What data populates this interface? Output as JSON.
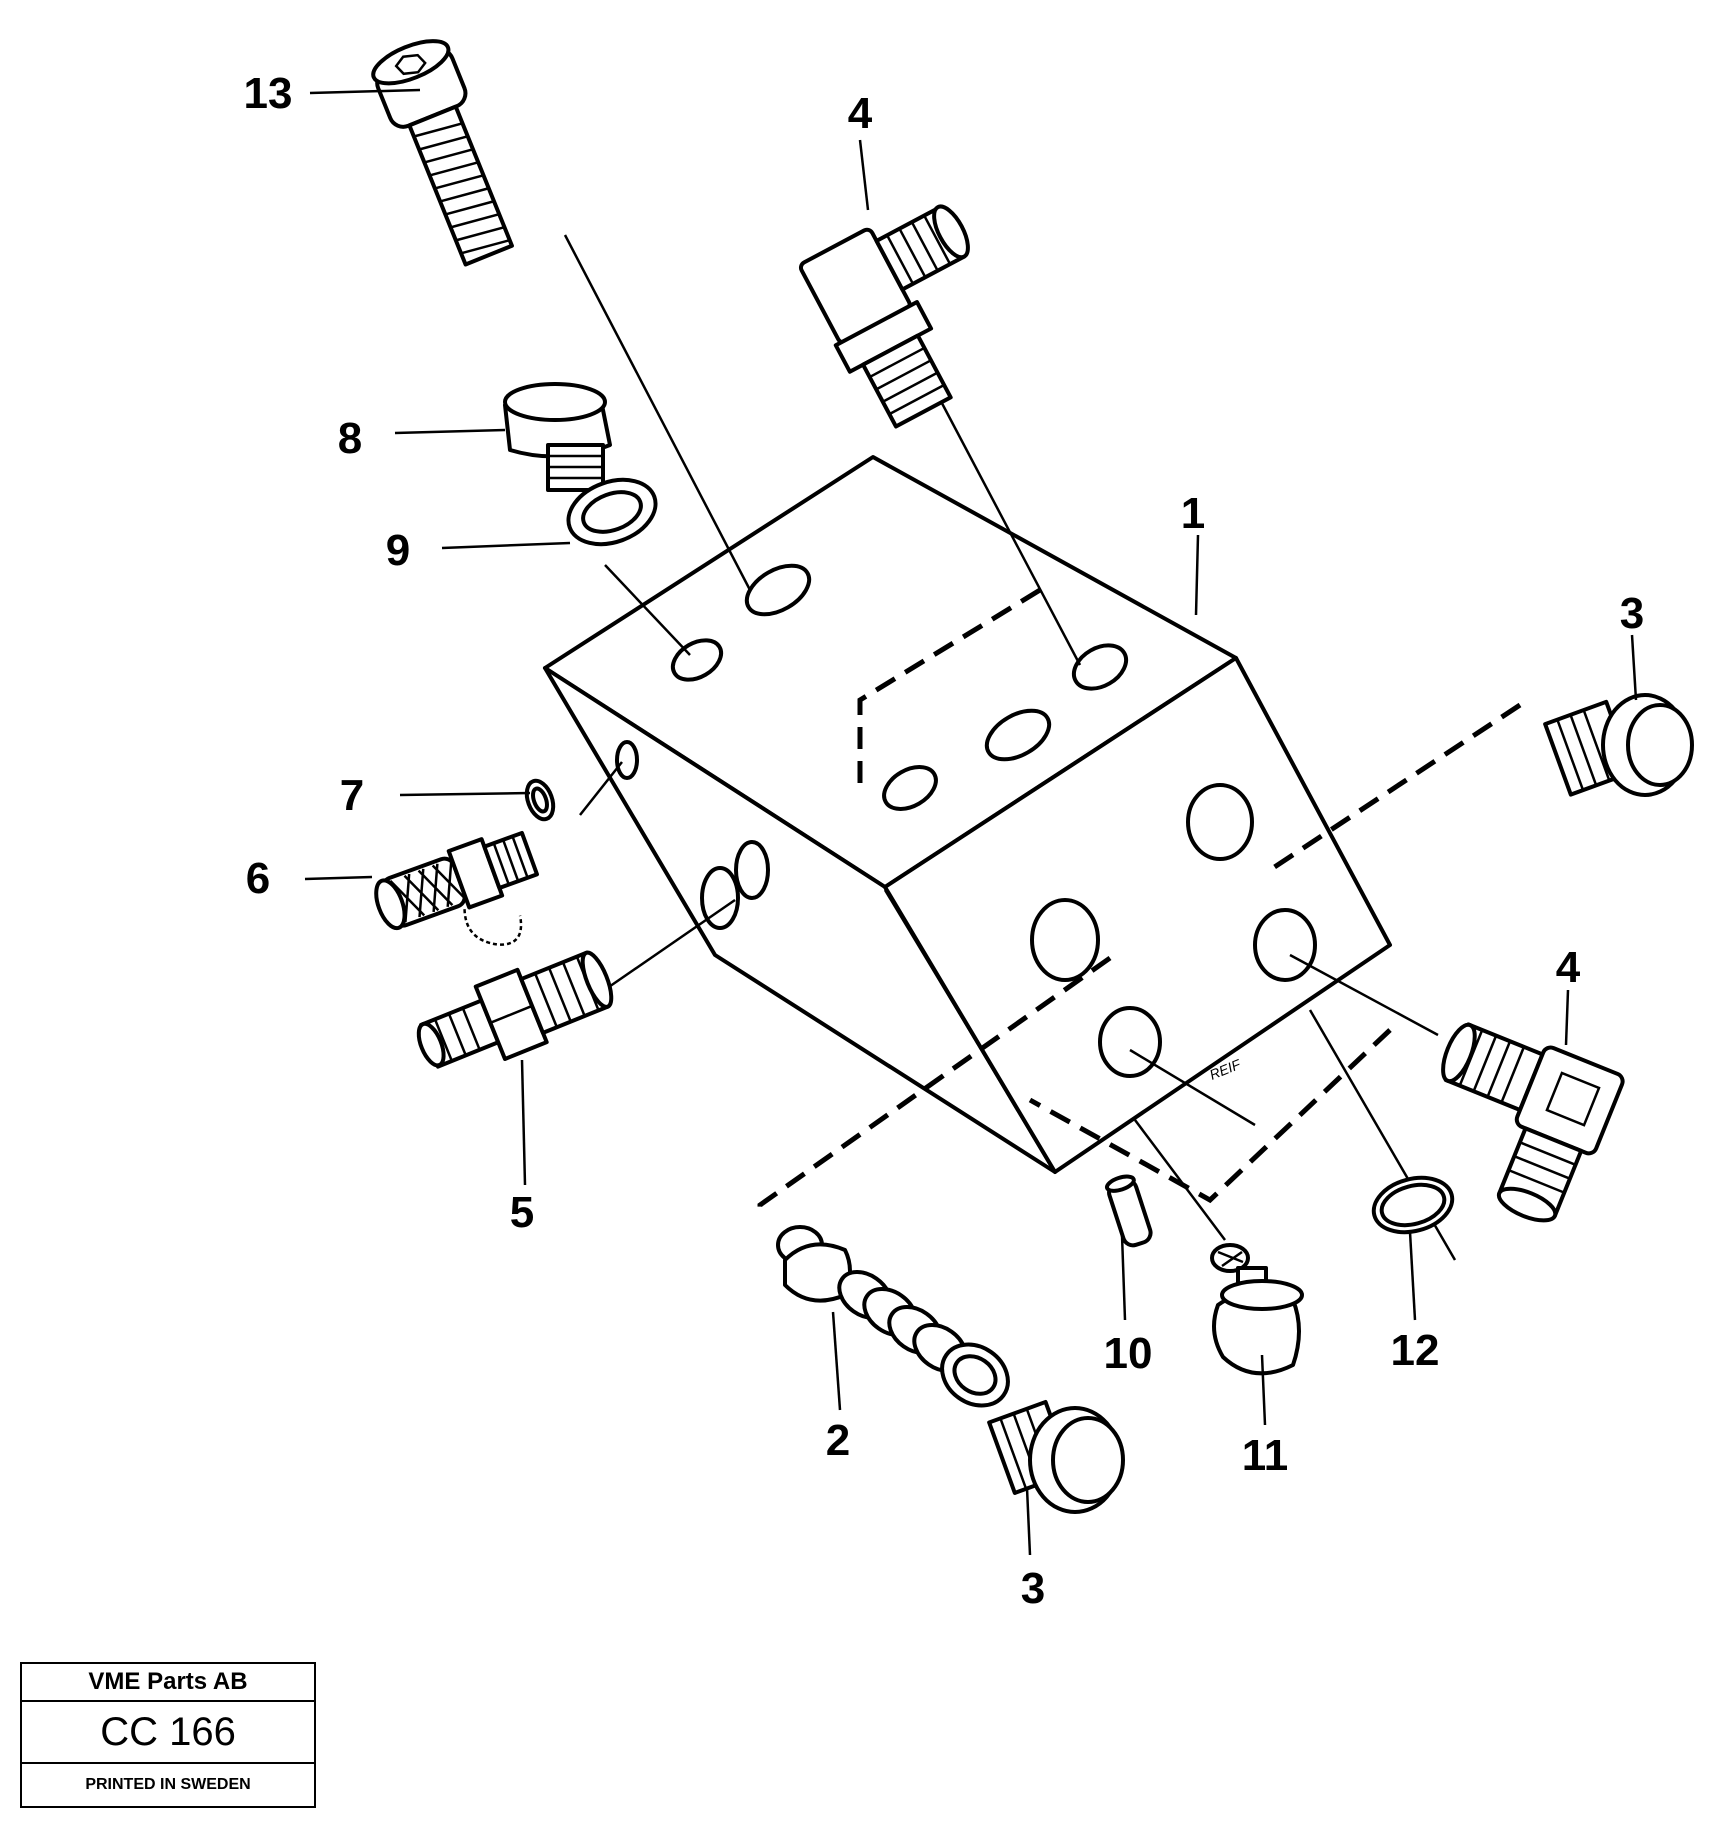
{
  "diagram": {
    "callouts": [
      "1",
      "2",
      "3",
      "3",
      "4",
      "4",
      "5",
      "6",
      "7",
      "8",
      "9",
      "10",
      "11",
      "12",
      "13"
    ]
  },
  "title_block": {
    "company": "VME Parts AB",
    "drawing_code": "CC 166",
    "printed": "PRINTED IN SWEDEN"
  },
  "block_marking": "REIF"
}
